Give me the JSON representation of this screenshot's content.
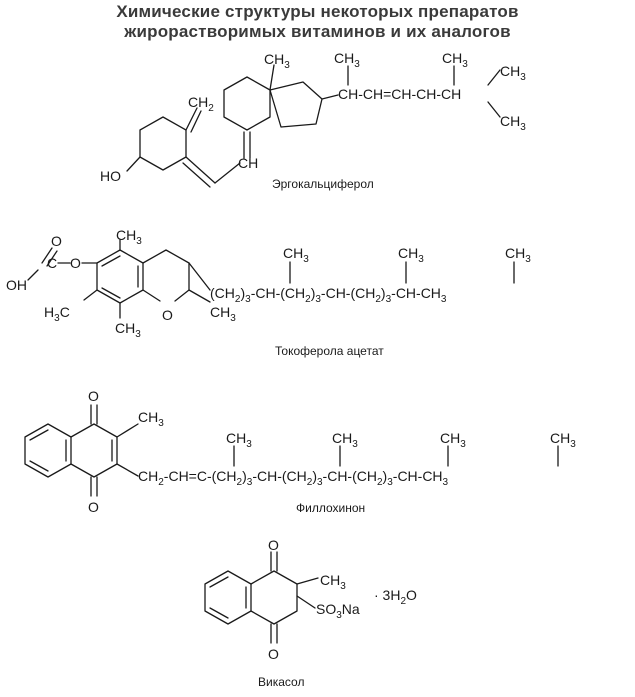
{
  "title": {
    "line1": "Химические структуры некоторых препаратов",
    "line2": "жирорастворимых витаминов и их аналогов"
  },
  "compounds": [
    {
      "caption": "Эргокальциферол",
      "labels": {
        "me18": "CH3",
        "ch2": "CH2",
        "ho": "HO",
        "ch_vinyl": "CH",
        "me21": "CH3",
        "chain": "CH-CH=CH-CH-CH",
        "me28": "CH3",
        "me26": "CH3",
        "me27": "CH3"
      }
    },
    {
      "caption": "Токоферола ацетат",
      "labels": {
        "o_carbonyl": "O",
        "c": "C",
        "o_ester": "O",
        "oh": "OH",
        "me5": "CH3",
        "me7": "H3C",
        "me8": "CH3",
        "o_ring": "O",
        "me2": "CH3",
        "chain": "(CH2)3-CH-(CH2)3-CH-(CH2)3-CH-CH3",
        "me_a": "CH3",
        "me_b": "CH3",
        "me_c": "CH3"
      }
    },
    {
      "caption": "Филлохинон",
      "labels": {
        "o1": "O",
        "o4": "O",
        "me2": "CH3",
        "chain": "CH2-CH=C-(CH2)3-CH-(CH2)3-CH-(CH2)3-CH-CH3",
        "me_a": "CH3",
        "me_b": "CH3",
        "me_c": "CH3",
        "me_d": "CH3"
      }
    },
    {
      "caption": "Викасол",
      "labels": {
        "o1": "O",
        "o4": "O",
        "me": "CH3",
        "so3na": "SO3Na",
        "hydrate": "· 3H2O"
      }
    }
  ]
}
